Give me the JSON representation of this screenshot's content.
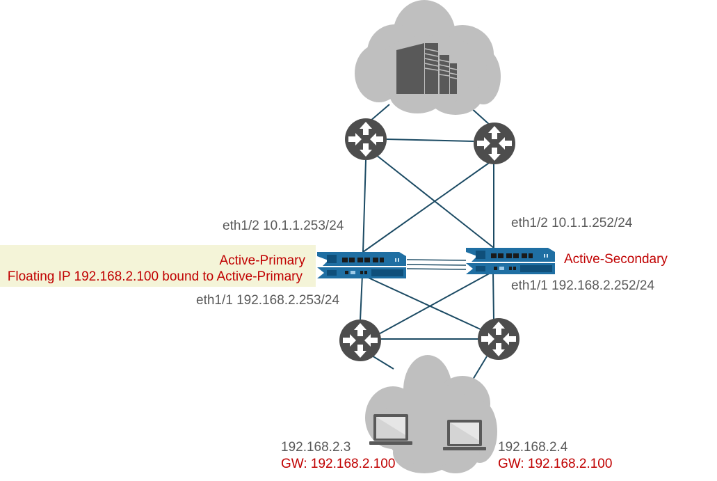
{
  "diagram": {
    "title": "Active/Active HA with Floating IP",
    "colors": {
      "link": "#1b4a63",
      "cloud": "#bfbfbf",
      "router": "#4d4d4d",
      "firewall": "#1f6fa3",
      "label_gray": "#595959",
      "label_red": "#c00000",
      "highlight_box": "#f4f4d8"
    },
    "nodes": {
      "server_cloud": {
        "icon": "server-rack-icon",
        "type": "cloud"
      },
      "router_top_left": {
        "icon": "router-icon"
      },
      "router_top_right": {
        "icon": "router-icon"
      },
      "firewall_primary": {
        "icon": "firewall-appliance-icon"
      },
      "firewall_secondary": {
        "icon": "firewall-appliance-icon"
      },
      "router_bottom_left": {
        "icon": "router-icon"
      },
      "router_bottom_right": {
        "icon": "router-icon"
      },
      "client_cloud": {
        "type": "cloud"
      },
      "laptop_left": {
        "icon": "laptop-icon"
      },
      "laptop_right": {
        "icon": "laptop-icon"
      }
    },
    "labels": {
      "primary_eth12": "eth1/2 10.1.1.253/24",
      "primary_eth11": "eth1/1 192.168.2.253/24",
      "primary_role": "Active-Primary",
      "primary_floating": "Floating IP 192.168.2.100 bound to Active-Primary",
      "secondary_eth12": "eth1/2 10.1.1.252/24",
      "secondary_eth11": "eth1/1 192.168.2.252/24",
      "secondary_role": "Active-Secondary",
      "host1_ip": "192.168.2.3",
      "host1_gw": "GW: 192.168.2.100",
      "host2_ip": "192.168.2.4",
      "host2_gw": "GW: 192.168.2.100"
    },
    "links": [
      [
        "server_cloud",
        "router_top_left"
      ],
      [
        "server_cloud",
        "router_top_right"
      ],
      [
        "router_top_left",
        "router_top_right"
      ],
      [
        "router_top_left",
        "firewall_primary"
      ],
      [
        "router_top_left",
        "firewall_secondary"
      ],
      [
        "router_top_right",
        "firewall_primary"
      ],
      [
        "router_top_right",
        "firewall_secondary"
      ],
      [
        "firewall_primary",
        "firewall_secondary"
      ],
      [
        "firewall_primary",
        "router_bottom_left"
      ],
      [
        "firewall_primary",
        "router_bottom_right"
      ],
      [
        "firewall_secondary",
        "router_bottom_left"
      ],
      [
        "firewall_secondary",
        "router_bottom_right"
      ],
      [
        "router_bottom_left",
        "router_bottom_right"
      ],
      [
        "router_bottom_left",
        "client_cloud"
      ],
      [
        "router_bottom_right",
        "client_cloud"
      ]
    ]
  }
}
